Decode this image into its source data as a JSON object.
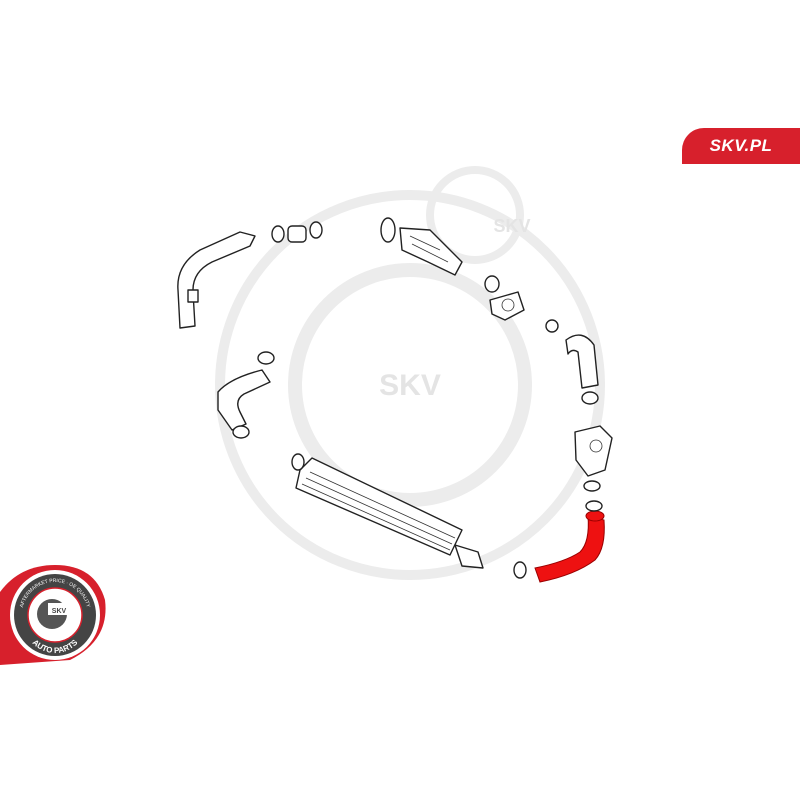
{
  "brand": {
    "site_label": "SKV.PL",
    "watermark_text": "SKV",
    "accent": "#d7202c"
  },
  "badge": {
    "center_text": "SKV",
    "ring_top_text": "AFTERMARKET PRICE · OE QUALITY",
    "ring_bottom_text": "AUTO PARTS"
  },
  "highlight_color": "#ee1111"
}
